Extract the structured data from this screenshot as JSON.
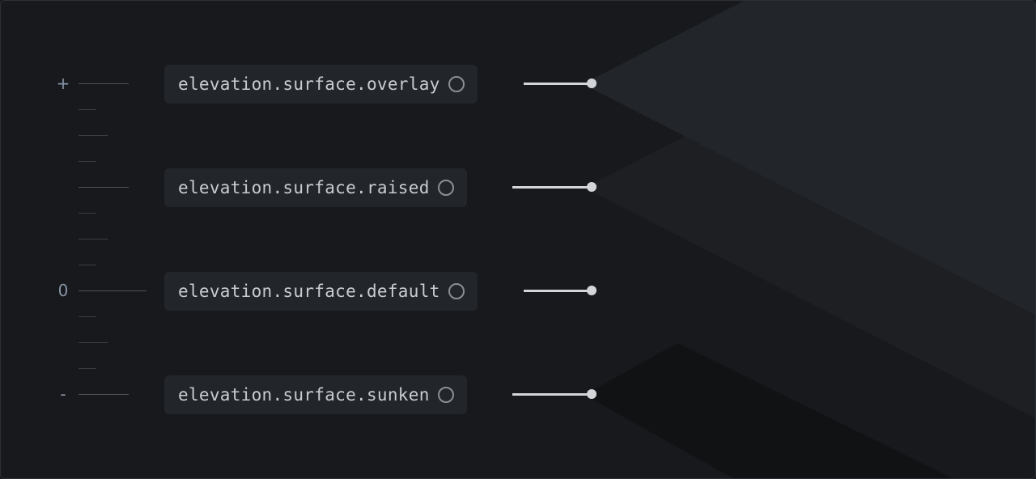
{
  "scale": {
    "plus_label": "+",
    "zero_label": "0",
    "minus_label": "-"
  },
  "tokens": [
    {
      "name": "elevation.surface.overlay",
      "icon": "circle-outline-icon",
      "color": "#22262a"
    },
    {
      "name": "elevation.surface.raised",
      "icon": "circle-outline-icon",
      "color": "#1d1f23"
    },
    {
      "name": "elevation.surface.default",
      "icon": "circle-outline-icon",
      "color": "#17191c"
    },
    {
      "name": "elevation.surface.sunken",
      "icon": "circle-outline-icon",
      "color": "#111214"
    }
  ]
}
